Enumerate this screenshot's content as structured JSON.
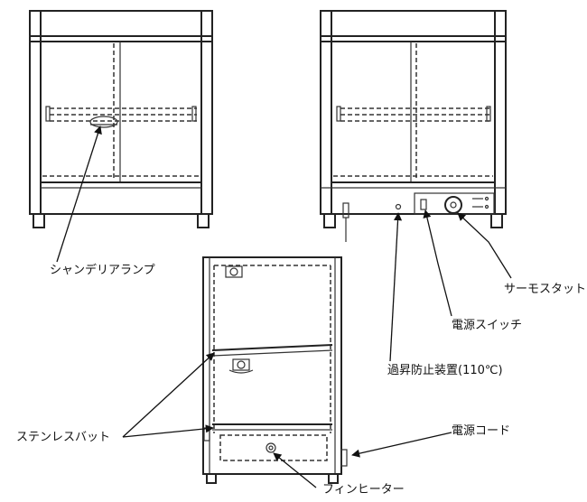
{
  "labels": {
    "chandelier_lamp": "シャンデリアランプ",
    "thermostat": "サーモスタット",
    "power_switch": "電源スイッチ",
    "overheat_protector": "過昇防止装置(110℃)",
    "stainless_tray": "ステンレスバット",
    "power_cord": "電源コード",
    "fin_heater": "フィンヒーター"
  },
  "colors": {
    "ink": "#222222",
    "paper": "#ffffff"
  }
}
